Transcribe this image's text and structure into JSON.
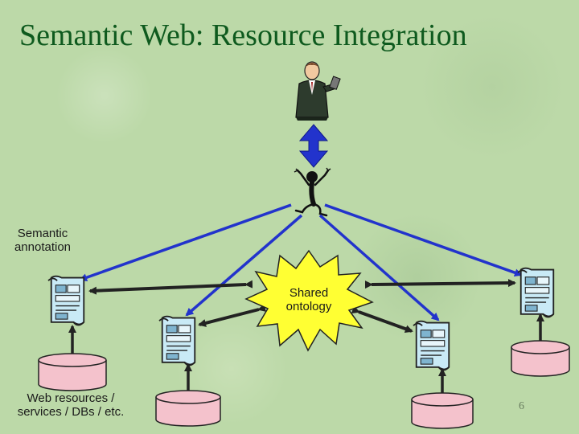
{
  "slide": {
    "title": "Semantic Web: Resource Integration",
    "annotation_label": [
      "Semantic",
      "annotation"
    ],
    "ontology_label": [
      "Shared",
      "ontology"
    ],
    "resources_label": [
      "Web resources /",
      "services / DBs / etc."
    ],
    "slide_number": "6"
  },
  "icons": {
    "user": "businessman-with-pda-icon",
    "agent": "software-agent-figure-icon",
    "annotation": "annotation-document-icon",
    "database": "database-cylinder-icon",
    "ontology": "starburst-icon"
  },
  "colors": {
    "title": "#0e5a1e",
    "agent_links": "#2233cc",
    "ontology_links": "#222222",
    "ontology_fill": "#ffff33",
    "database_fill": "#f4c2cc",
    "document_fill": "#c9eaf6"
  }
}
